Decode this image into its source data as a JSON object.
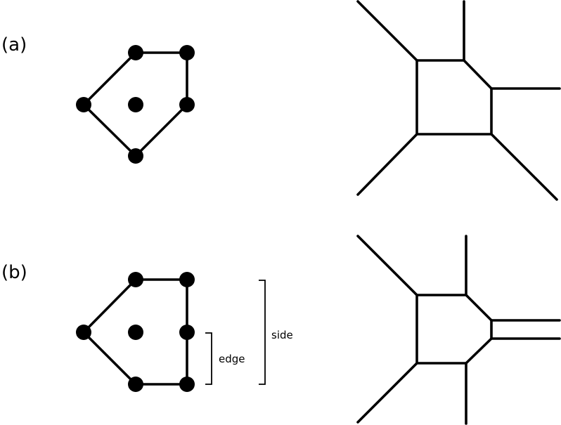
{
  "figure": {
    "panel_a": {
      "label": "(a)"
    },
    "panel_b": {
      "label": "(b)",
      "edge_bracket_label": "edge",
      "side_bracket_label": "side"
    }
  },
  "colors": {
    "stroke": "#000000",
    "background": "#ffffff"
  }
}
